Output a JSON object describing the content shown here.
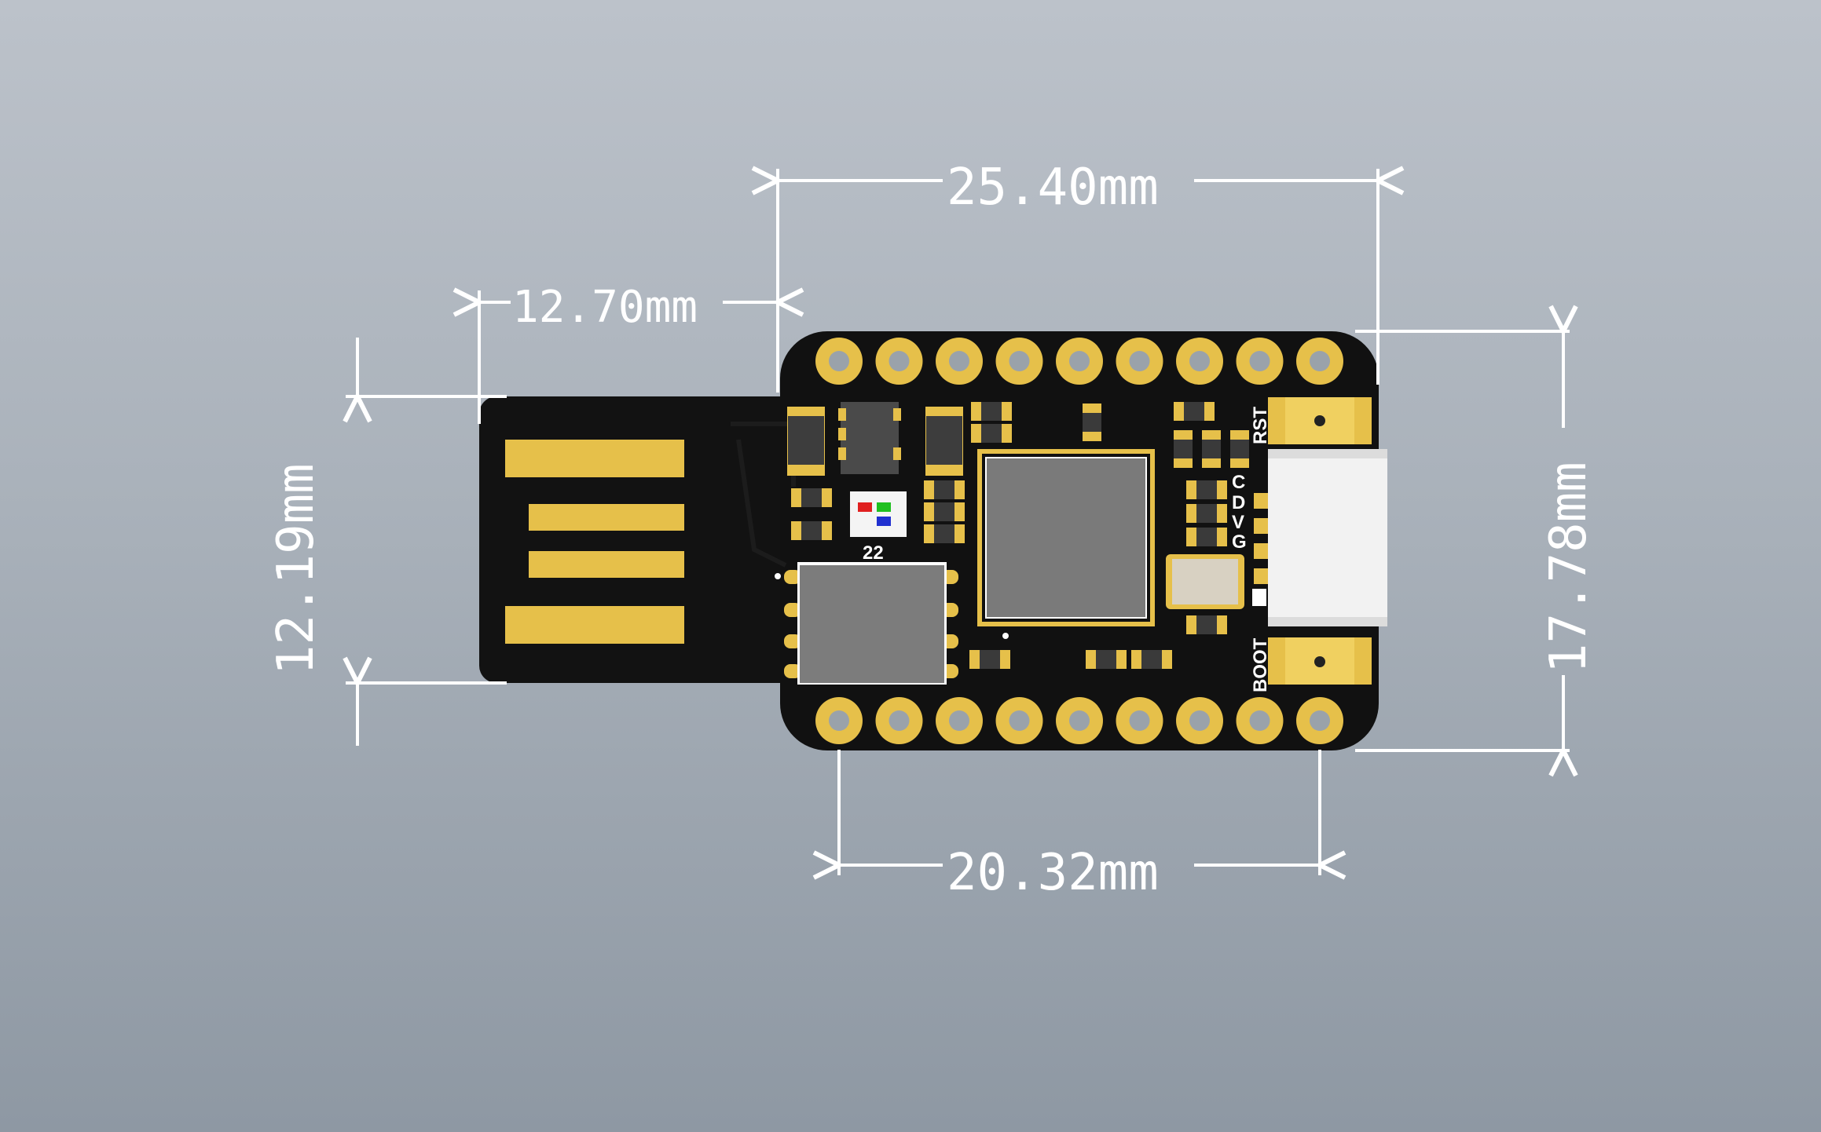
{
  "dimensions": {
    "top_width": "25.40mm",
    "connector_length": "12.70mm",
    "connector_height": "12.19mm",
    "board_height": "17.78mm",
    "pin_span": "20.32mm"
  },
  "silkscreen": {
    "rst": "RST",
    "boot": "BOOT",
    "c": "C",
    "d": "D",
    "v": "V",
    "g": "G",
    "led_number": "22"
  },
  "colors": {
    "background_top": "#bcc2ca",
    "background_bottom": "#8e98a3",
    "pcb": "#111111",
    "gold": "#e6c04a",
    "chip": "#7a7a7a",
    "dimension_lines": "#ffffff"
  }
}
